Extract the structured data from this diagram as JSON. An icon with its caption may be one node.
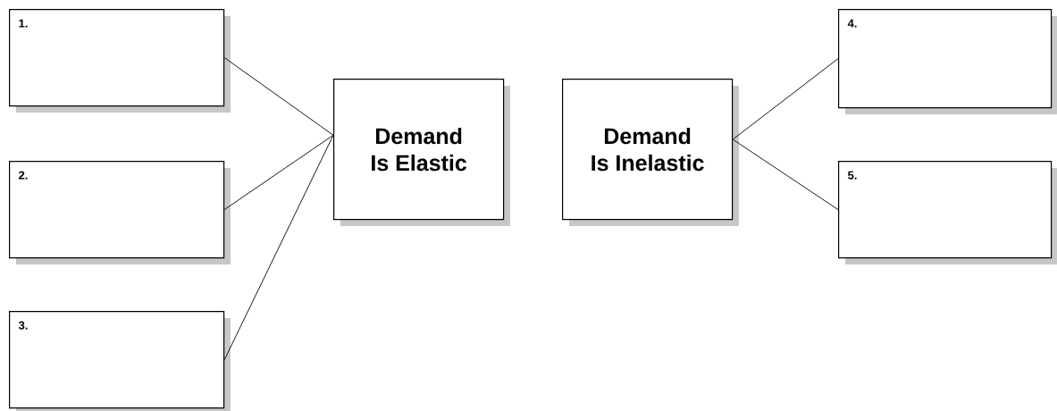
{
  "diagram": {
    "nodes": [
      {
        "text": [
          "1."
        ]
      },
      {
        "text": [
          "2."
        ]
      },
      {
        "text": [
          "3."
        ]
      },
      {
        "text": [
          "Demand Is Elastic"
        ]
      },
      {
        "text": [
          "Demand Is Inelastic"
        ]
      },
      {
        "text": [
          "4."
        ]
      },
      {
        "text": [
          "5."
        ]
      }
    ],
    "edges": [
      {
        "from": 3,
        "to": 0,
        "arrow": "none"
      },
      {
        "from": 3,
        "to": 1,
        "arrow": "none"
      },
      {
        "from": 3,
        "to": 2,
        "arrow": "none"
      },
      {
        "from": 4,
        "to": 5,
        "arrow": "none"
      },
      {
        "from": 4,
        "to": 6,
        "arrow": "none"
      }
    ]
  }
}
